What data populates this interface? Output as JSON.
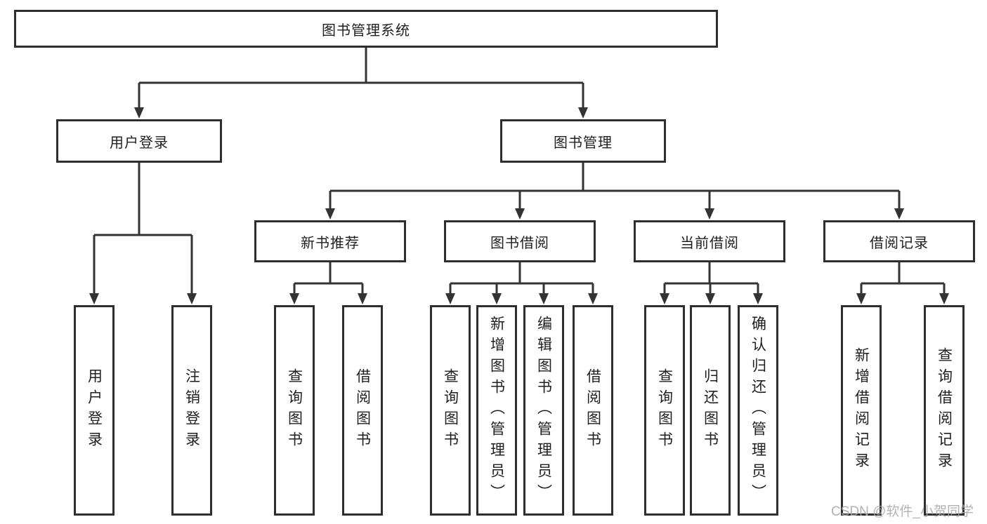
{
  "diagram": {
    "title": "图书管理系统",
    "root": {
      "label": "图书管理系统"
    },
    "level2": [
      {
        "label": "用户登录"
      },
      {
        "label": "图书管理"
      }
    ],
    "level3": [
      {
        "label": "新书推荐"
      },
      {
        "label": "图书借阅"
      },
      {
        "label": "当前借阅"
      },
      {
        "label": "借阅记录"
      }
    ],
    "leaves": [
      {
        "label": "用户登录"
      },
      {
        "label": "注销登录"
      },
      {
        "label": "查询图书"
      },
      {
        "label": "借阅图书"
      },
      {
        "label": "查询图书"
      },
      {
        "label": "新增图书（管理员）"
      },
      {
        "label": "编辑图书（管理员）"
      },
      {
        "label": "借阅图书"
      },
      {
        "label": "查询图书"
      },
      {
        "label": "归还图书"
      },
      {
        "label": "确认归还（管理员）"
      },
      {
        "label": "新增借阅记录"
      },
      {
        "label": "查询借阅记录"
      }
    ]
  },
  "watermark": {
    "text": "CSDN @软件_小贺同学"
  },
  "colors": {
    "line": "#333333",
    "box_border": "#2e2e2e",
    "text": "#1f1f1f",
    "background": "#ffffff",
    "watermark": "#aaaaaa"
  }
}
